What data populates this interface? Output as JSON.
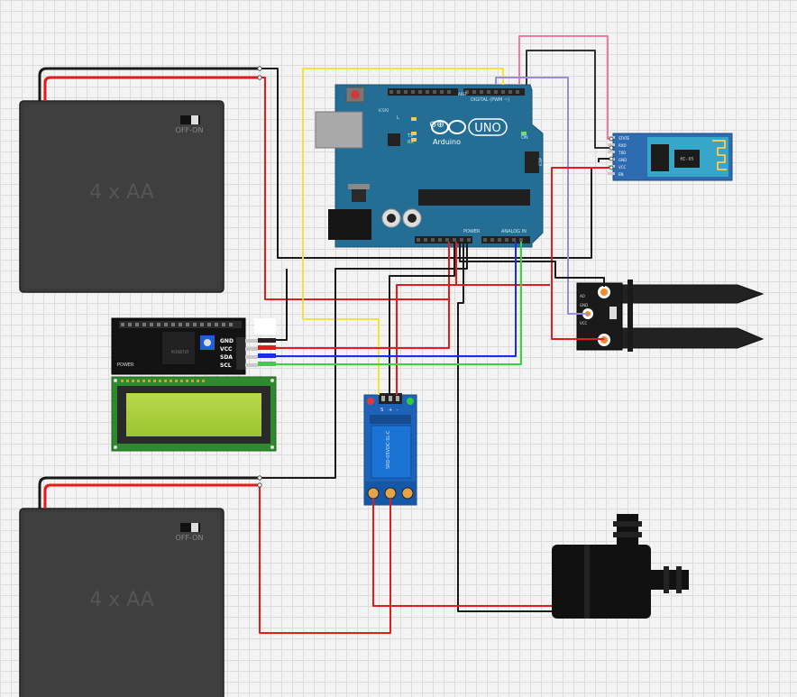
{
  "battery_top": {
    "label": "4 x AA",
    "switch_label": "OFF-ON"
  },
  "battery_bottom": {
    "label": "4 x AA",
    "switch_label": "OFF-ON"
  },
  "arduino": {
    "brand": "Arduino",
    "model": "UNO",
    "digital_label": "DIGITAL (PWM ~)",
    "power_label": "POWER",
    "analog_label": "ANALOG IN",
    "tx": "TX",
    "rx": "RX",
    "on": "ON",
    "aref": "AREF",
    "icsp": "ICSP",
    "icsp2": "ICSP2",
    "l": "L"
  },
  "lcd": {
    "pins": [
      "GND",
      "VCC",
      "SDA",
      "SCL"
    ],
    "power": "POWER",
    "chip": "PCF8574T"
  },
  "bluetooth": {
    "pins": [
      "STATE",
      "RXD",
      "TXD",
      "GND",
      "VCC",
      "EN"
    ],
    "model": "HC-05"
  },
  "soil_sensor": {
    "pins": [
      "AO",
      "GND",
      "VCC"
    ]
  },
  "relay": {
    "pins": [
      "S",
      "+",
      "-"
    ],
    "text": "SRD-05VDC-SL-C"
  },
  "colors": {
    "black": "#1a1a1a",
    "red": "#e31b1b",
    "yellow": "#f2e43a",
    "blue": "#1a2ee6",
    "green": "#37d43c",
    "pink": "#ee7c9c",
    "purple": "#9a8cd6",
    "arduino_blue": "#246e96",
    "lcd_green": "#a3cf3c"
  }
}
